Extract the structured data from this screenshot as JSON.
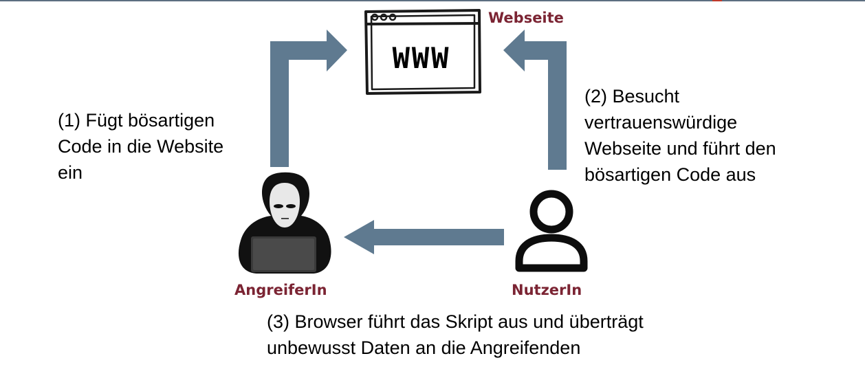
{
  "colors": {
    "arrow": "#5f7a90",
    "label": "#7b2433",
    "text": "#000000"
  },
  "website": {
    "label": "Webseite",
    "screen_text": "WWW",
    "icon": "browser-window-icon"
  },
  "attacker": {
    "label": "AngreiferIn",
    "icon": "hooded-hacker-laptop-icon"
  },
  "user": {
    "label": "NutzerIn",
    "icon": "user-outline-icon"
  },
  "steps": [
    {
      "text": " (1) Fügt bösartigen\nCode in die Website\nein"
    },
    {
      "text": "(2) Besucht\nvertrauenswürdige\nWebseite und führt den\nbösartigen Code aus"
    },
    {
      "text": "(3) Browser führt das Skript aus und überträgt\nunbewusst Daten an die Angreifenden"
    }
  ]
}
